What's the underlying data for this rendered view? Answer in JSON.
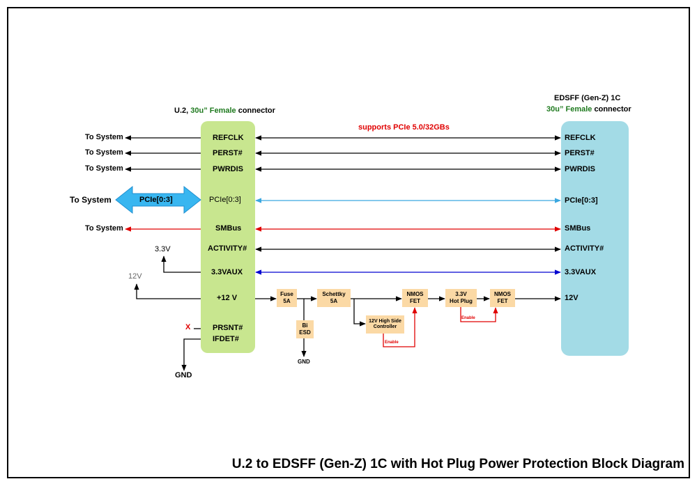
{
  "title": "U.2 to EDSFF (Gen-Z) 1C with Hot Plug Power Protection Block Diagram",
  "left_connector": {
    "title_prefix": "U.2, ",
    "title_green": "30u” Female",
    "title_suffix": " connector",
    "pins": {
      "refclk": "REFCLK",
      "perst": "PERST#",
      "pwrdis": "PWRDIS",
      "pcie": "PCIe[0:3]",
      "smbus": "SMBus",
      "activity": "ACTIVITY#",
      "aux": "3.3VAUX",
      "p12v": "+12 V",
      "prsnt": "PRSNT#",
      "ifdet": "IFDET#"
    }
  },
  "right_connector": {
    "title_line1": "EDSFF (Gen-Z) 1C",
    "title_green": "30u” Female",
    "title_suffix": " connector",
    "pins": {
      "refclk": "REFCLK",
      "perst": "PERST#",
      "pwrdis": "PWRDIS",
      "pcie": "PCIe[0:3]",
      "smbus": "SMBus",
      "activity": "ACTIVITY#",
      "aux": "3.3VAUX",
      "v12": "12V"
    }
  },
  "system": {
    "to_system": "To System",
    "pcie_arrow_label": "PCIe[0:3]"
  },
  "note": "supports PCIe 5.0/32GBs",
  "rails": {
    "v33": "3.3V",
    "v12": "12V",
    "gnd": "GND",
    "nc_mark": "X"
  },
  "blocks": {
    "fuse": "Fuse\n5A",
    "schottky": "Schettky\n5A",
    "nmos1": "NMOS\nFET",
    "hotplug": "3.3V\nHot Plug",
    "nmos2": "NMOS\nFET",
    "esd": "Bi\nESD",
    "controller": "12V High Side\nController",
    "esd_gnd": "GND",
    "enable1": "Enable",
    "enable2": "Enable"
  },
  "colors": {
    "left_connector_fill": "#c8e68f",
    "right_connector_fill": "#a3dbe6",
    "block_fill": "#fbd9a5",
    "green_text": "#1f7a1f",
    "red": "#e00000",
    "light_blue": "#3aa7e0",
    "blue": "#0000d0",
    "pcie_arrow": "#38b6f0"
  }
}
